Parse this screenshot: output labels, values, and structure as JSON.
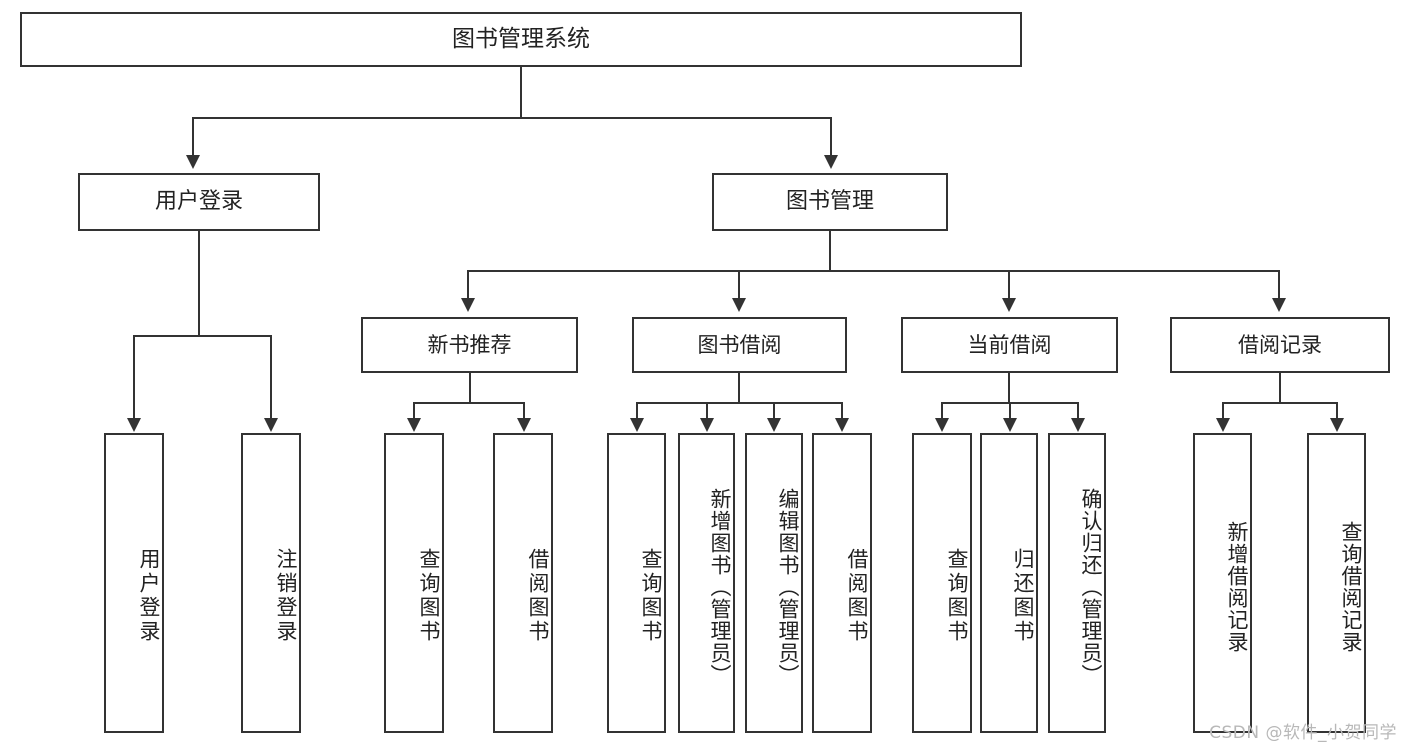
{
  "diagram": {
    "title": "图书管理系统",
    "root": {
      "label": "图书管理系统"
    },
    "level1": [
      {
        "label": "用户登录"
      },
      {
        "label": "图书管理"
      }
    ],
    "level2": [
      {
        "label": "新书推荐"
      },
      {
        "label": "图书借阅"
      },
      {
        "label": "当前借阅"
      },
      {
        "label": "借阅记录"
      }
    ],
    "leaves": {
      "user_login": [
        {
          "label": "用户登录"
        },
        {
          "label": "注销登录"
        }
      ],
      "new_book_recommend": [
        {
          "label": "查询图书"
        },
        {
          "label": "借阅图书"
        }
      ],
      "book_borrow": [
        {
          "label": "查询图书"
        },
        {
          "label": "新增图书（管理员）"
        },
        {
          "label": "编辑图书（管理员）"
        },
        {
          "label": "借阅图书"
        }
      ],
      "current_borrow": [
        {
          "label": "查询图书"
        },
        {
          "label": "归还图书"
        },
        {
          "label": "确认归还（管理员）"
        }
      ],
      "borrow_record": [
        {
          "label": "新增借阅记录"
        },
        {
          "label": "查询借阅记录"
        }
      ]
    }
  },
  "watermark": {
    "text": "CSDN @软件_小贺同学"
  },
  "colors": {
    "border": "#333333",
    "background": "#ffffff",
    "text": "#222222",
    "watermark": "#b8b8b8"
  }
}
